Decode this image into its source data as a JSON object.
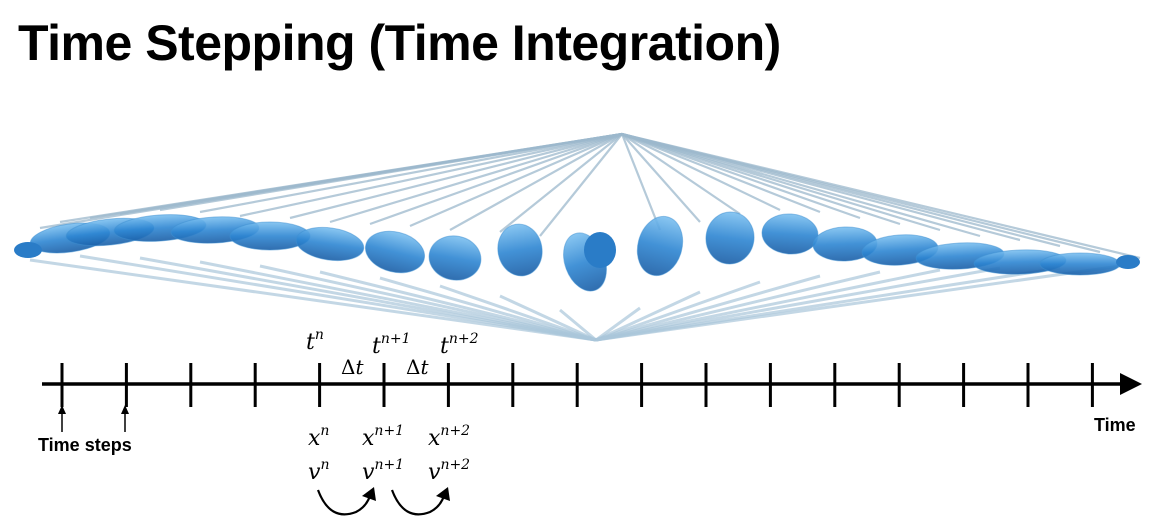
{
  "title": "Time Stepping (Time Integration)",
  "illustration": {
    "icon": "swimmer-motion-blur-illustration",
    "color": "#3d8fd1"
  },
  "timeline": {
    "axis_label": "Time",
    "time_steps_label": "Time steps",
    "tick_count": 17,
    "t_n": {
      "base": "t",
      "sup": "n"
    },
    "t_n1": {
      "base": "t",
      "sup": "n+1"
    },
    "t_n2": {
      "base": "t",
      "sup": "n+2"
    },
    "delta_t_1": {
      "base": "Δ",
      "var": "t"
    },
    "delta_t_2": {
      "base": "Δ",
      "var": "t"
    },
    "x_n": {
      "base": "x",
      "sup": "n"
    },
    "x_n1": {
      "base": "x",
      "sup": "n+1"
    },
    "x_n2": {
      "base": "x",
      "sup": "n+2"
    },
    "v_n": {
      "base": "v",
      "sup": "n"
    },
    "v_n1": {
      "base": "v",
      "sup": "n+1"
    },
    "v_n2": {
      "base": "v",
      "sup": "n+2"
    }
  }
}
